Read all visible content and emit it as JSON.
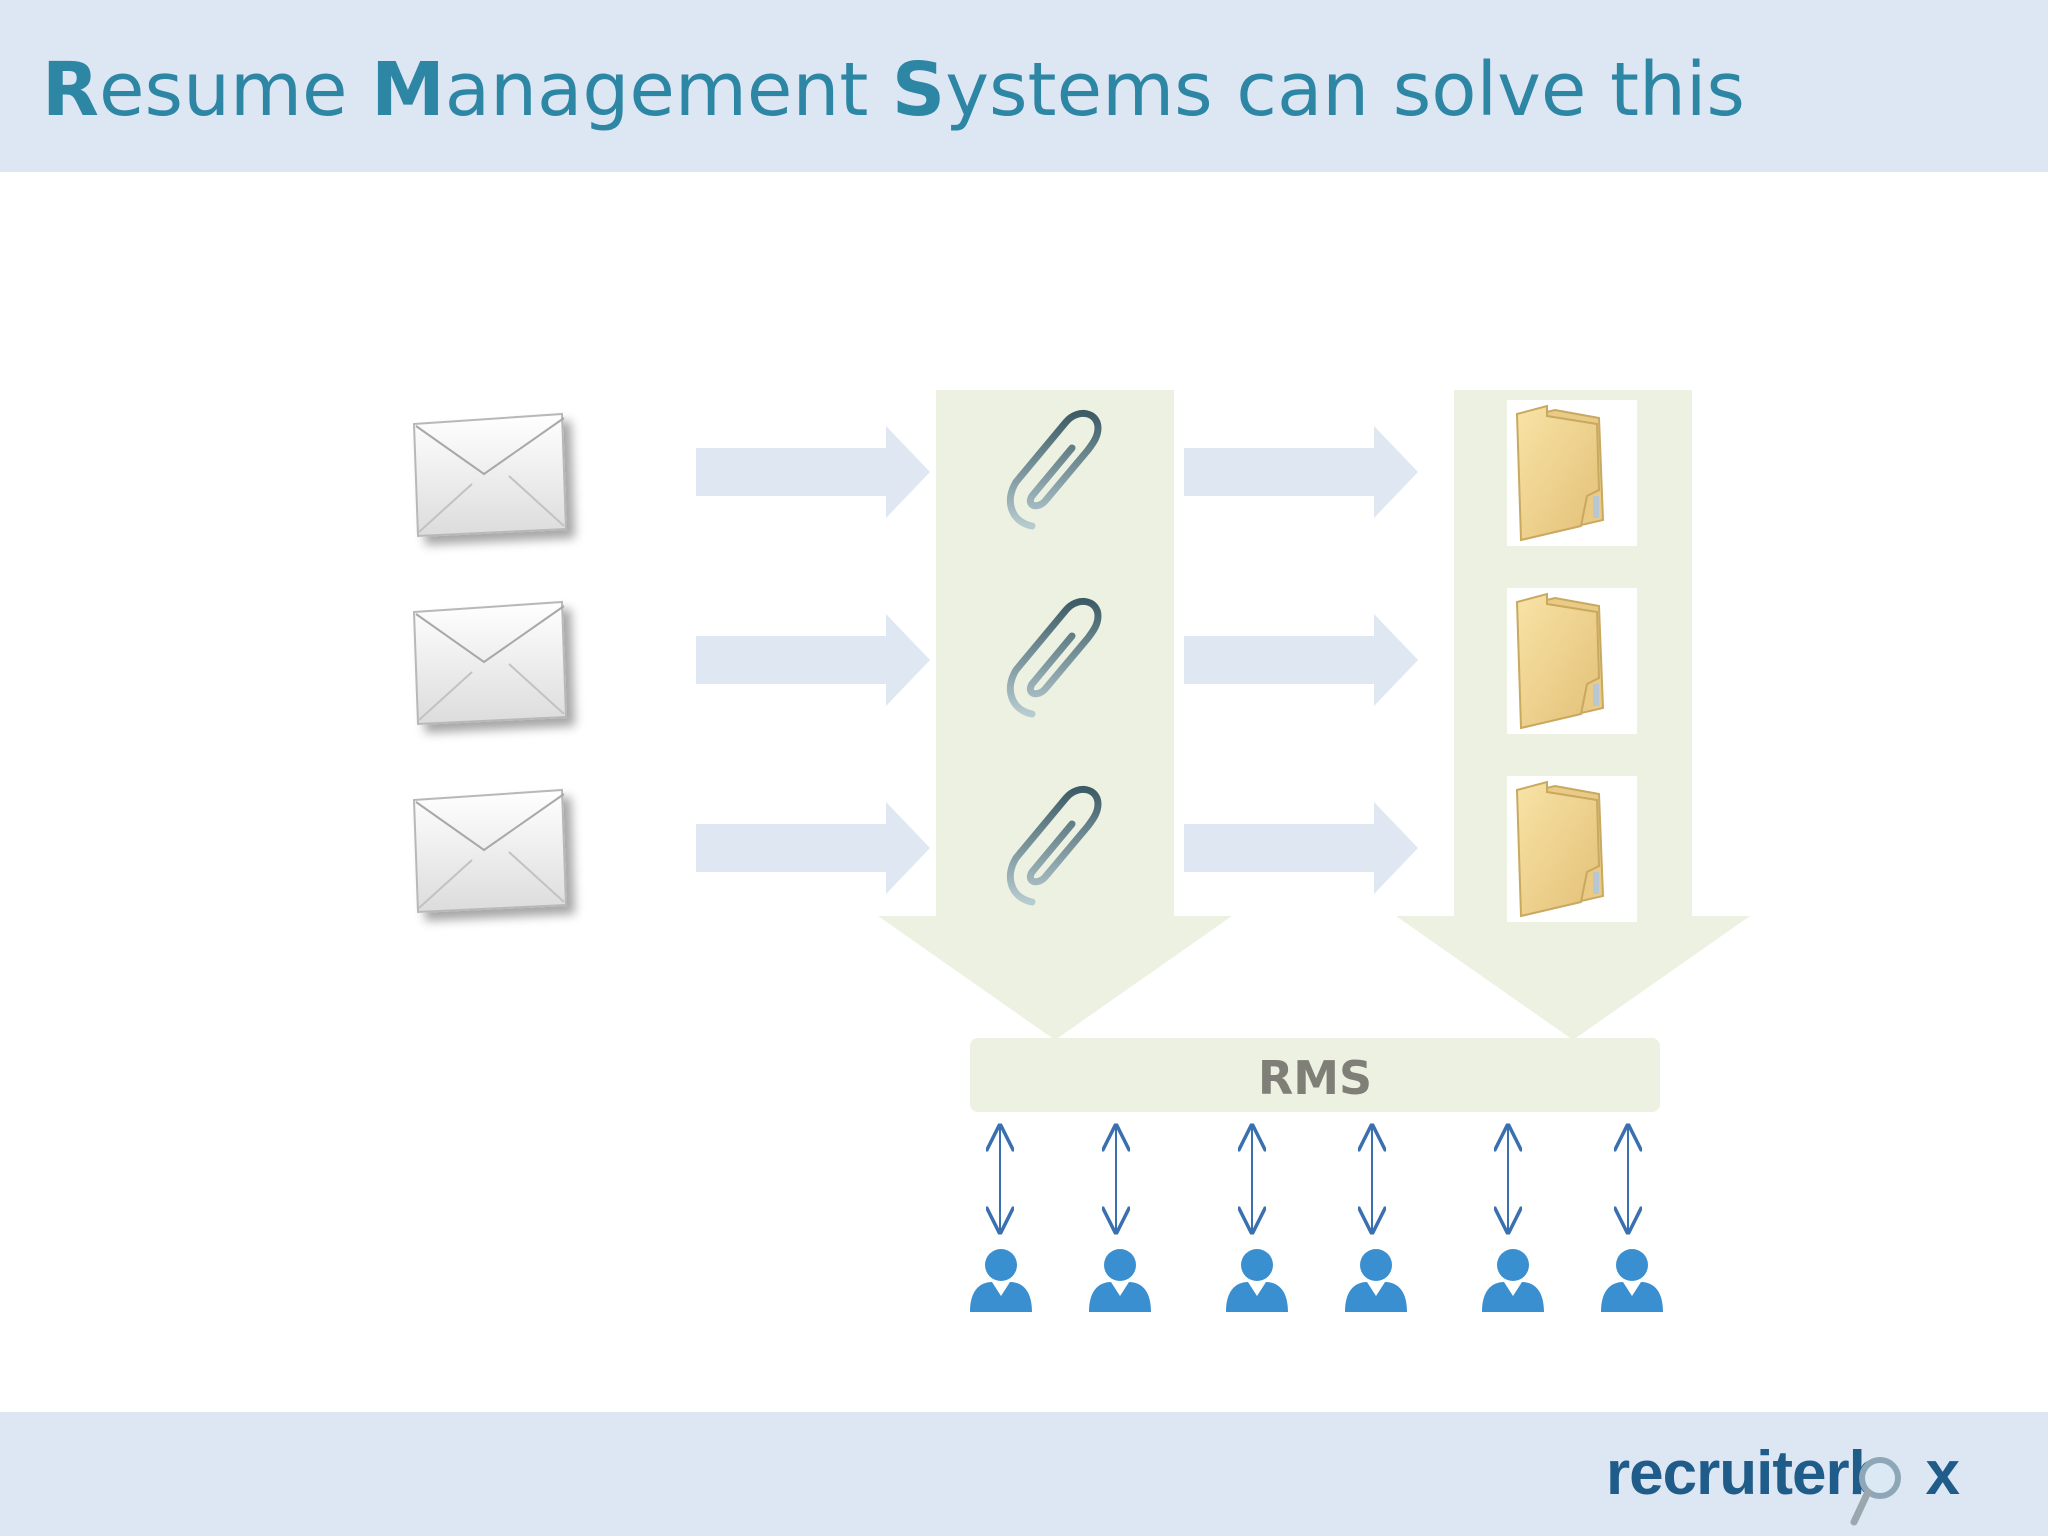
{
  "slide": {
    "title_parts": [
      {
        "text": "R",
        "bold": true
      },
      {
        "text": "esume ",
        "bold": false
      },
      {
        "text": "M",
        "bold": true
      },
      {
        "text": "anagement ",
        "bold": false
      },
      {
        "text": "S",
        "bold": true
      },
      {
        "text": "ystems can solve this",
        "bold": false
      }
    ]
  },
  "diagram": {
    "center_label": "RMS",
    "rows": [
      {
        "source_icon": "envelope-icon",
        "middle_icon": "paperclip-icon",
        "target_icon": "folder-icon"
      },
      {
        "source_icon": "envelope-icon",
        "middle_icon": "paperclip-icon",
        "target_icon": "folder-icon"
      },
      {
        "source_icon": "envelope-icon",
        "middle_icon": "paperclip-icon",
        "target_icon": "folder-icon"
      }
    ],
    "user_count": 6,
    "user_icon": "person-icon",
    "link_icon": "double-arrow-icon"
  },
  "footer": {
    "logo_text_before": "recruiterb",
    "logo_text_after": "x"
  },
  "colors": {
    "header_bg": "#dde6f3",
    "title": "#2e86a5",
    "arrow_blue": "#dfe7f2",
    "band_green": "#edf1e2",
    "user_blue": "#3a8fd0",
    "logo": "#1f5c8a"
  }
}
